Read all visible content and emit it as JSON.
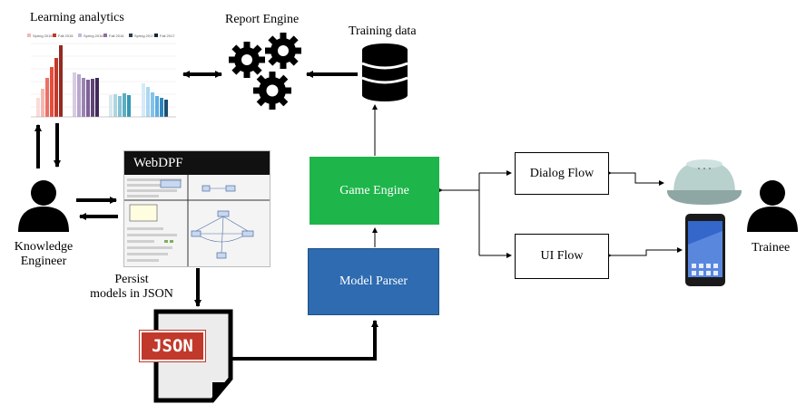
{
  "labels": {
    "learning_analytics": "Learning analytics",
    "report_engine": "Report Engine",
    "training_data": "Training data",
    "knowledge_engineer": "Knowledge\nEngineer",
    "persist_models": "Persist\nmodels in JSON",
    "trainee": "Trainee"
  },
  "boxes": {
    "game_engine": "Game Engine",
    "model_parser": "Model Parser",
    "dialog_flow": "Dialog Flow",
    "ui_flow": "UI Flow"
  },
  "webdpf": {
    "title": "WebDPF"
  },
  "json_file": {
    "badge": "JSON"
  },
  "colors": {
    "game_engine": "#1eb54a",
    "model_parser": "#2e6bb0",
    "json_badge": "#c0392b"
  },
  "icons": [
    "gears-icon",
    "database-icon",
    "person-icon",
    "json-file-icon",
    "smart-speaker-icon",
    "smartphone-icon",
    "bar-chart-thumbnail"
  ]
}
